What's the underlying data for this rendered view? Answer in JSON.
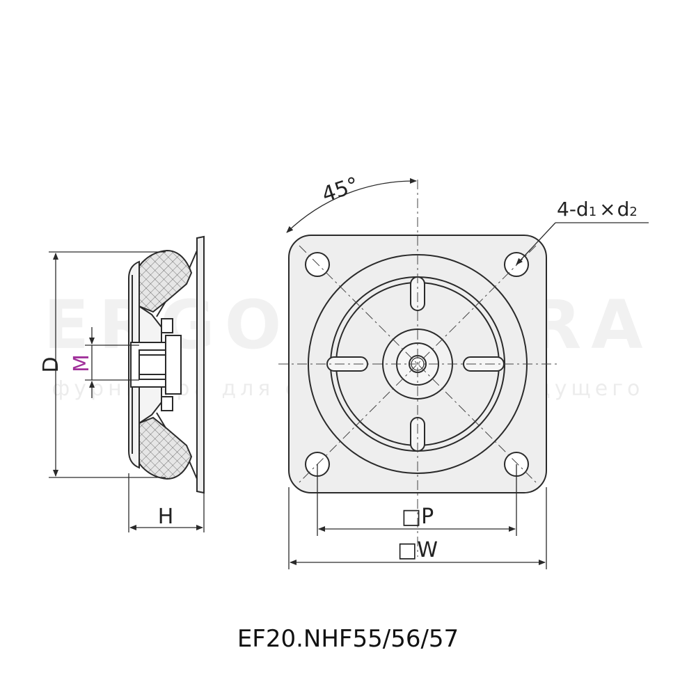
{
  "labels": {
    "angle": "45°",
    "hole_spec_main": "4-d",
    "hole_spec_sub1": "1",
    "hole_spec_times": "×",
    "hole_spec_d2": "d",
    "hole_spec_sub2": "2",
    "diameter": "D",
    "thread": "M",
    "height": "H",
    "pitch_square": "□P",
    "width_square": "□W"
  },
  "watermark": {
    "brand": "ERGOFUTURA",
    "tagline": "фурнитура для оборудования будущего"
  },
  "model": "EF20.NHF55/56/57",
  "colors": {
    "line": "#2a2a2a",
    "plate_fill": "#eeeeee",
    "thread_label": "#a0309a"
  }
}
